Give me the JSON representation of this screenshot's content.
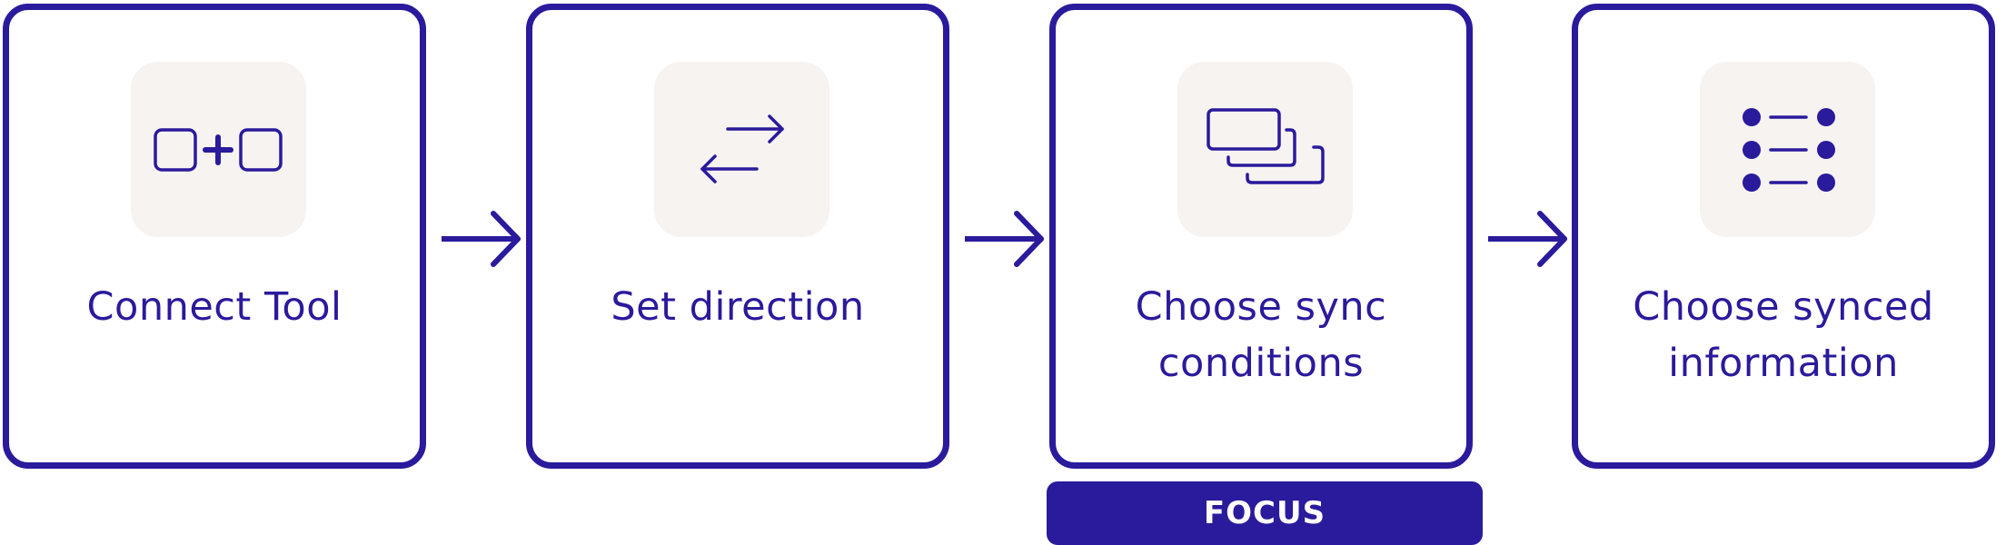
{
  "steps": [
    {
      "label": "Connect Tool",
      "icon": "connect-tool-icon"
    },
    {
      "label": "Set direction",
      "icon": "swap-arrows-icon"
    },
    {
      "label": "Choose sync\nconditions",
      "icon": "stacked-windows-icon"
    },
    {
      "label": "Choose synced\ninformation",
      "icon": "bullet-list-icon"
    }
  ],
  "focus_badge": {
    "label": "FOCUS",
    "step_index": 2
  },
  "colors": {
    "primary": "#2a1a9c",
    "icon_tile_background": "#f6f3f1",
    "background": "#ffffff"
  }
}
